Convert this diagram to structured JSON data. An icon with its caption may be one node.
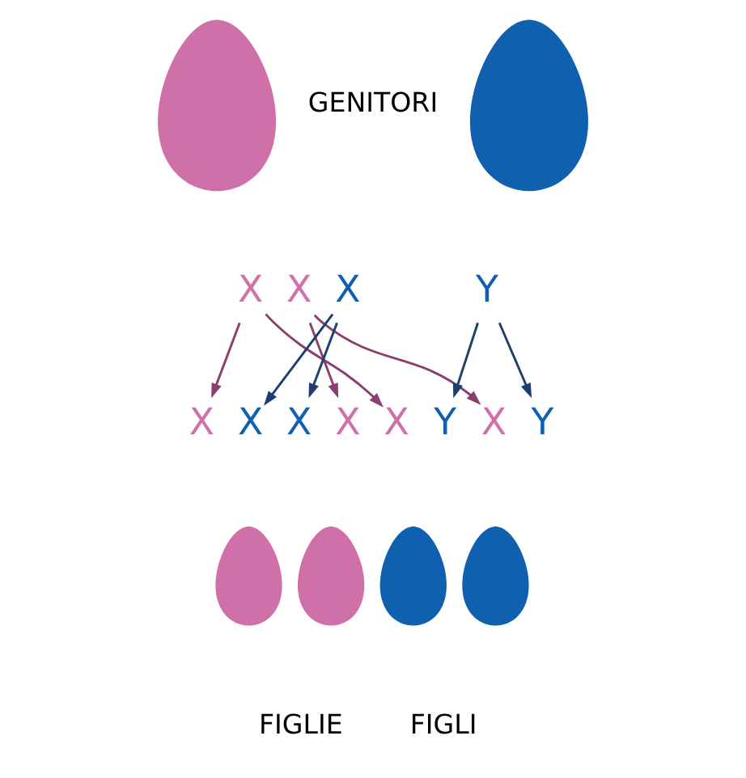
{
  "diagram": {
    "nodes": [
      {
        "text": [],
        "shape": "person"
      },
      {
        "text": [],
        "shape": "person"
      },
      {
        "text": [
          "X"
        ]
      },
      {
        "text": [
          "X"
        ]
      },
      {
        "text": [
          "X"
        ]
      },
      {
        "text": [
          "Y"
        ]
      },
      {
        "text": [
          "X"
        ]
      },
      {
        "text": [
          "X"
        ]
      },
      {
        "text": [
          "X"
        ]
      },
      {
        "text": [
          "X"
        ]
      },
      {
        "text": [
          "X"
        ]
      },
      {
        "text": [
          "Y"
        ]
      },
      {
        "text": [
          "X"
        ]
      },
      {
        "text": [
          "Y"
        ]
      },
      {
        "text": [],
        "shape": "person"
      },
      {
        "text": [],
        "shape": "person"
      },
      {
        "text": [],
        "shape": "person"
      },
      {
        "text": [],
        "shape": "person"
      }
    ],
    "edges": [
      {
        "from": 2,
        "to": 6,
        "arrow": "to",
        "color": "#8a3f6e"
      },
      {
        "from": 2,
        "to": 10,
        "arrow": "to",
        "color": "#8a3f6e"
      },
      {
        "from": 3,
        "to": 9,
        "arrow": "to",
        "color": "#8a3f6e"
      },
      {
        "from": 3,
        "to": 12,
        "arrow": "to",
        "color": "#8a3f6e"
      },
      {
        "from": 4,
        "to": 7,
        "arrow": "to",
        "color": "#1c3f6e"
      },
      {
        "from": 4,
        "to": 8,
        "arrow": "to",
        "color": "#1c3f6e"
      },
      {
        "from": 5,
        "to": 11,
        "arrow": "to",
        "color": "#1c3f6e"
      },
      {
        "from": 5,
        "to": 13,
        "arrow": "to",
        "color": "#1c3f6e"
      }
    ],
    "labels": [
      "GENITORI",
      "FIGLIE",
      "FIGLI"
    ]
  }
}
